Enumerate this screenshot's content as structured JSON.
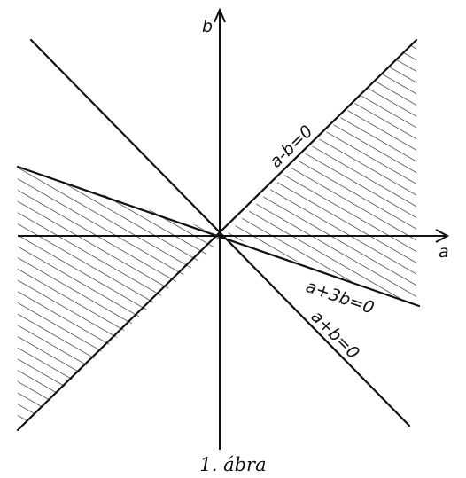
{
  "diagram": {
    "axes": {
      "x_label": "a",
      "y_label": "b"
    },
    "lines": [
      {
        "label": "a-b=0"
      },
      {
        "label": "a+3b=0"
      },
      {
        "label": "a+b=0"
      }
    ],
    "caption": "1. ábra"
  }
}
